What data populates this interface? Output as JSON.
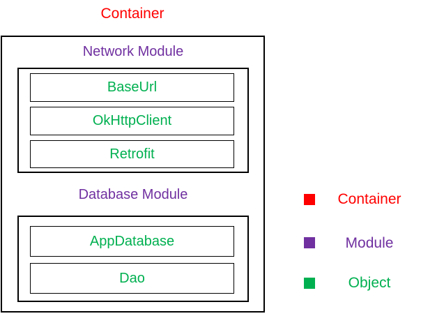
{
  "title": "Container",
  "colors": {
    "container": "#FF0000",
    "module": "#7030A0",
    "object": "#00B050",
    "border": "#000000"
  },
  "container": {
    "modules": [
      {
        "label": "Network Module",
        "objects": [
          "BaseUrl",
          "OkHttpClient",
          "Retrofit"
        ]
      },
      {
        "label": "Database Module",
        "objects": [
          "AppDatabase",
          "Dao"
        ]
      }
    ]
  },
  "legend": {
    "items": [
      {
        "label": "Container",
        "color": "#FF0000"
      },
      {
        "label": "Module",
        "color": "#7030A0"
      },
      {
        "label": "Object",
        "color": "#00B050"
      }
    ]
  }
}
